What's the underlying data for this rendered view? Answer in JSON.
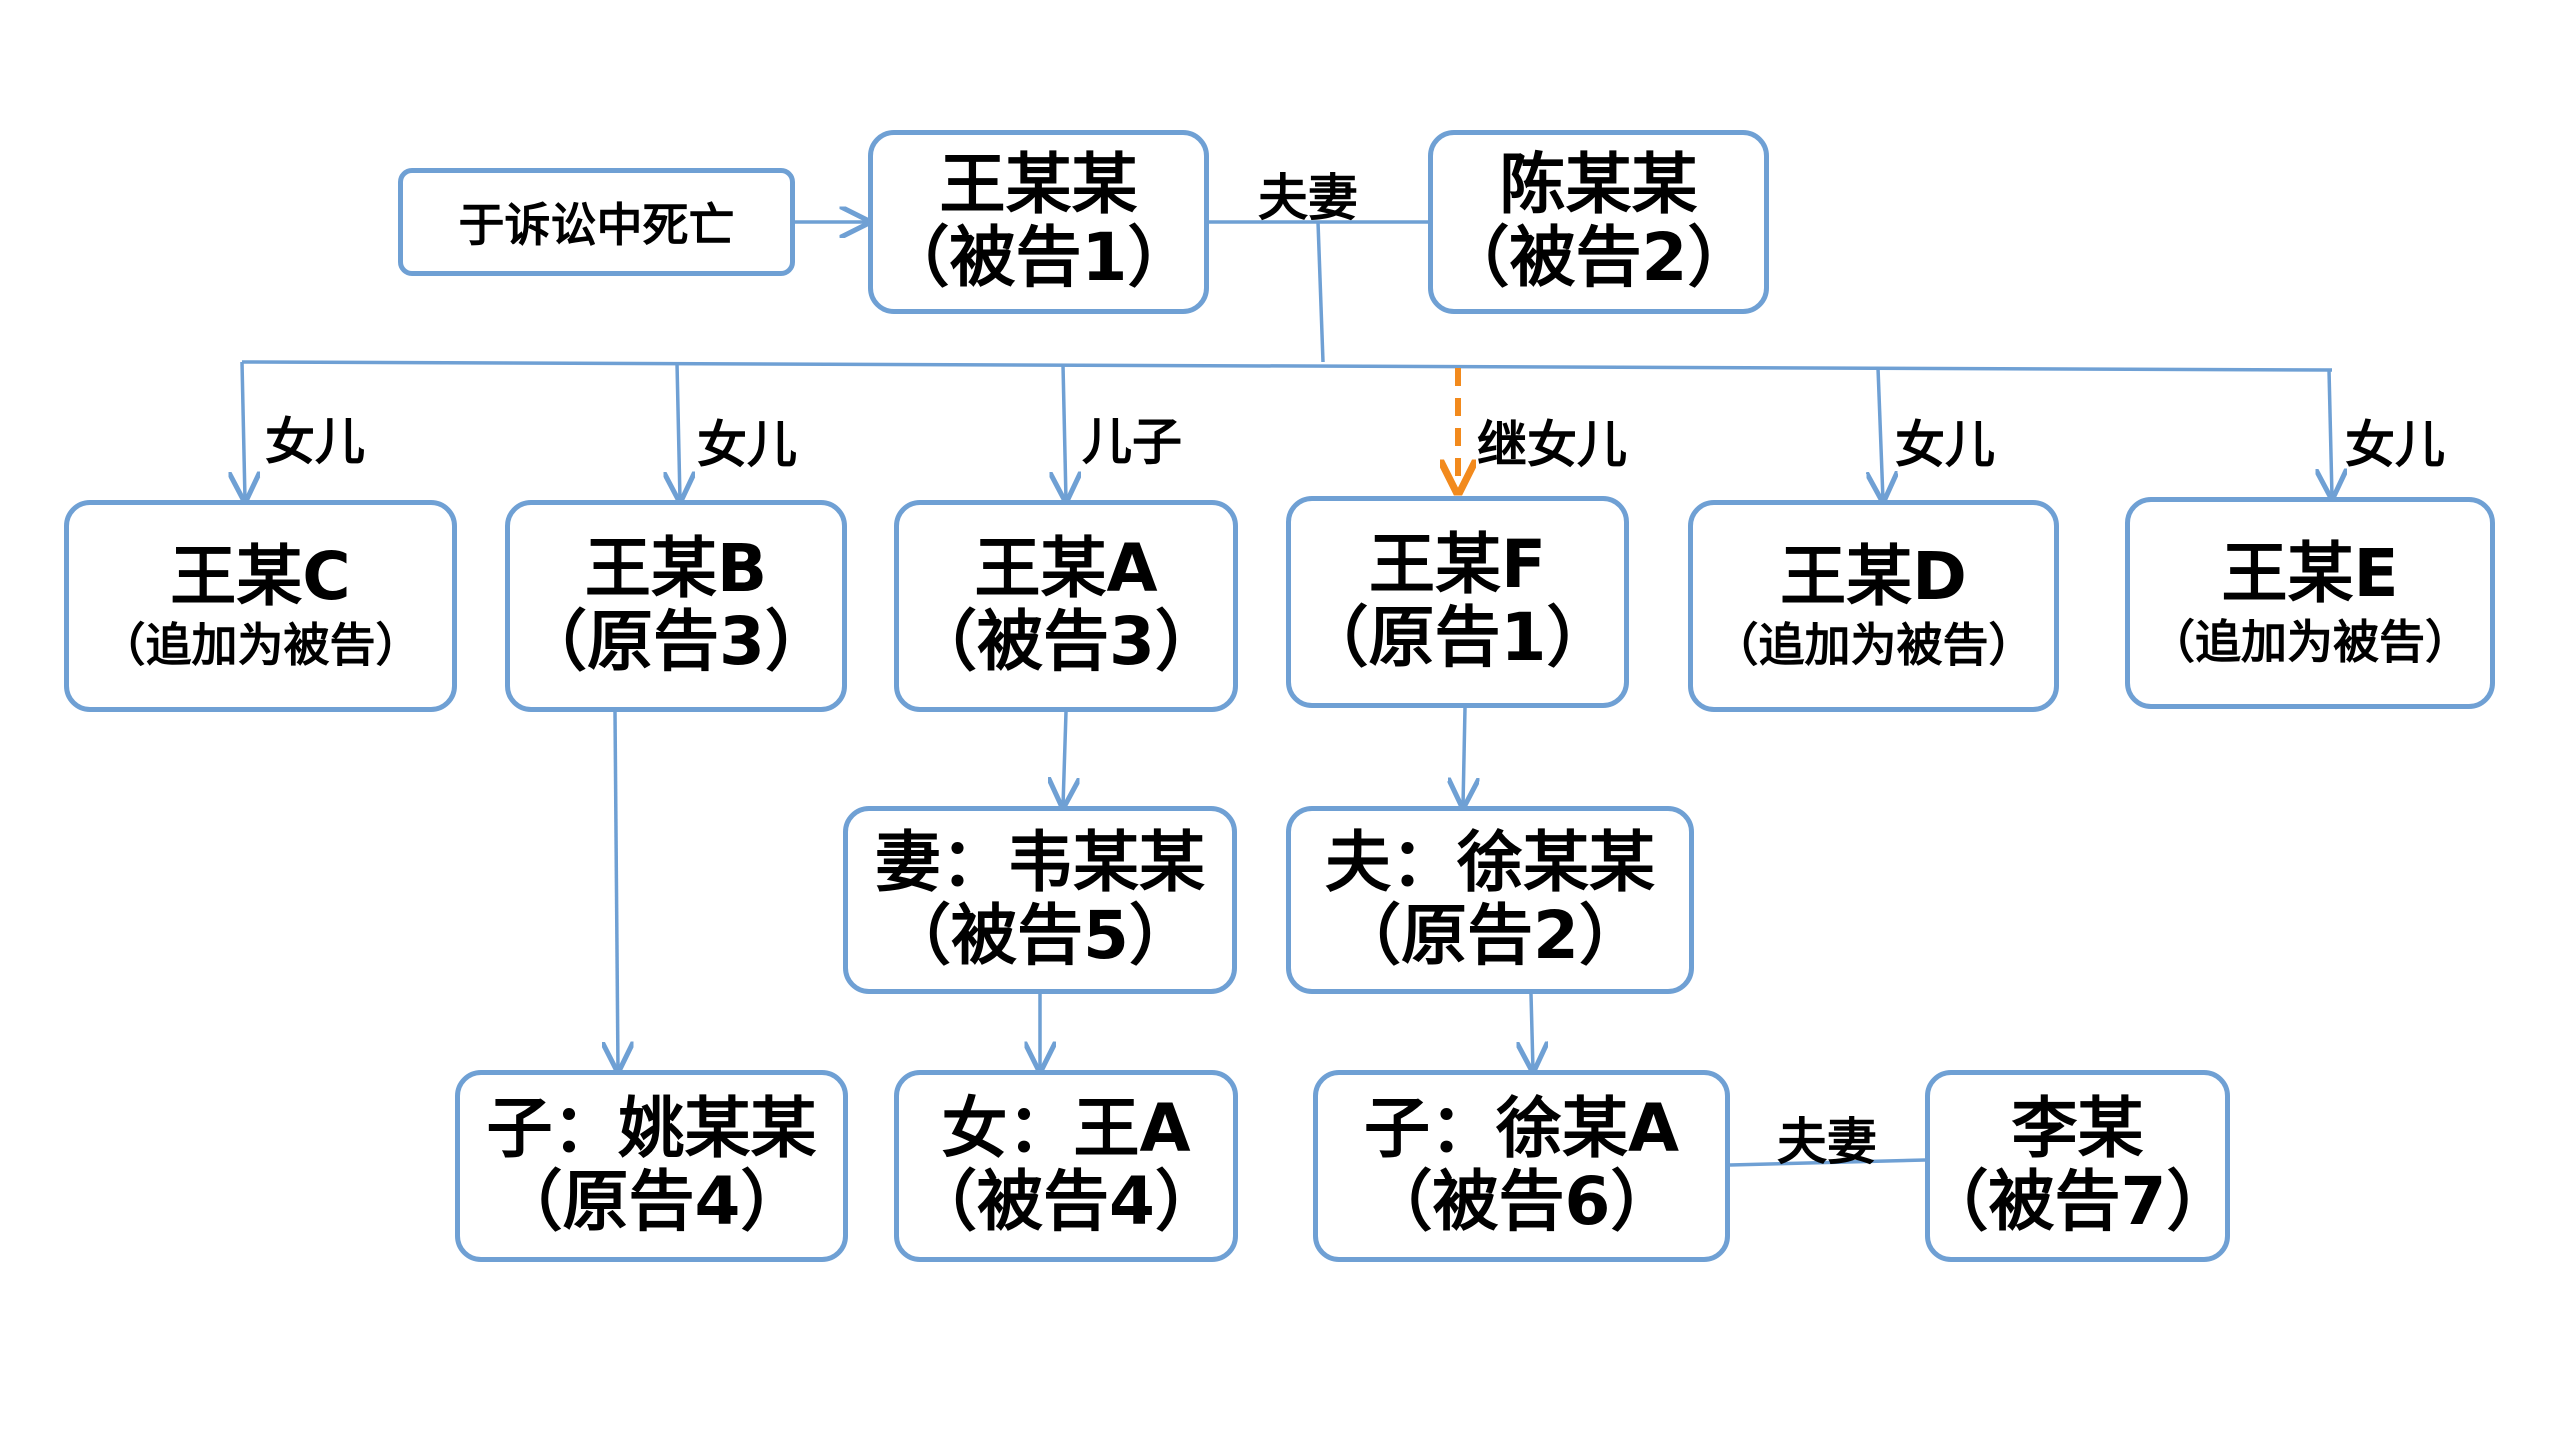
{
  "note": "于诉讼中死亡",
  "persons": {
    "wangmoumou": {
      "name": "王某某",
      "role": "（被告1）"
    },
    "chenmoumou": {
      "name": "陈某某",
      "role": "（被告2）"
    },
    "wang_c": {
      "name": "王某C",
      "role": "（追加为被告）"
    },
    "wang_b": {
      "name": "王某B",
      "role": "（原告3）"
    },
    "wang_a": {
      "name": "王某A",
      "role": "（被告3）"
    },
    "wang_f": {
      "name": "王某F",
      "role": "（原告1）"
    },
    "wang_d": {
      "name": "王某D",
      "role": "（追加为被告）"
    },
    "wang_e": {
      "name": "王某E",
      "role": "（追加为被告）"
    },
    "wei": {
      "name": "妻：韦某某",
      "role": "（被告5）"
    },
    "xu": {
      "name": "夫：徐某某",
      "role": "（原告2）"
    },
    "yao": {
      "name": "子：姚某某",
      "role": "（原告4）"
    },
    "wang_a_daughter": {
      "name": "女：王A",
      "role": "（被告4）"
    },
    "xu_a": {
      "name": "子：徐某A",
      "role": "（被告6）"
    },
    "li": {
      "name": "李某",
      "role": "（被告7）"
    }
  },
  "relations": {
    "couple_top": "夫妻",
    "couple_bottom": "夫妻",
    "daughter_c": "女儿",
    "daughter_b": "女儿",
    "son_a": "儿子",
    "stepdaughter_f": "继女儿",
    "daughter_d": "女儿",
    "daughter_e": "女儿"
  },
  "colors": {
    "line": "#6fa0d4",
    "step_line": "#f28a1d",
    "box_border": "#6fa0d4"
  }
}
